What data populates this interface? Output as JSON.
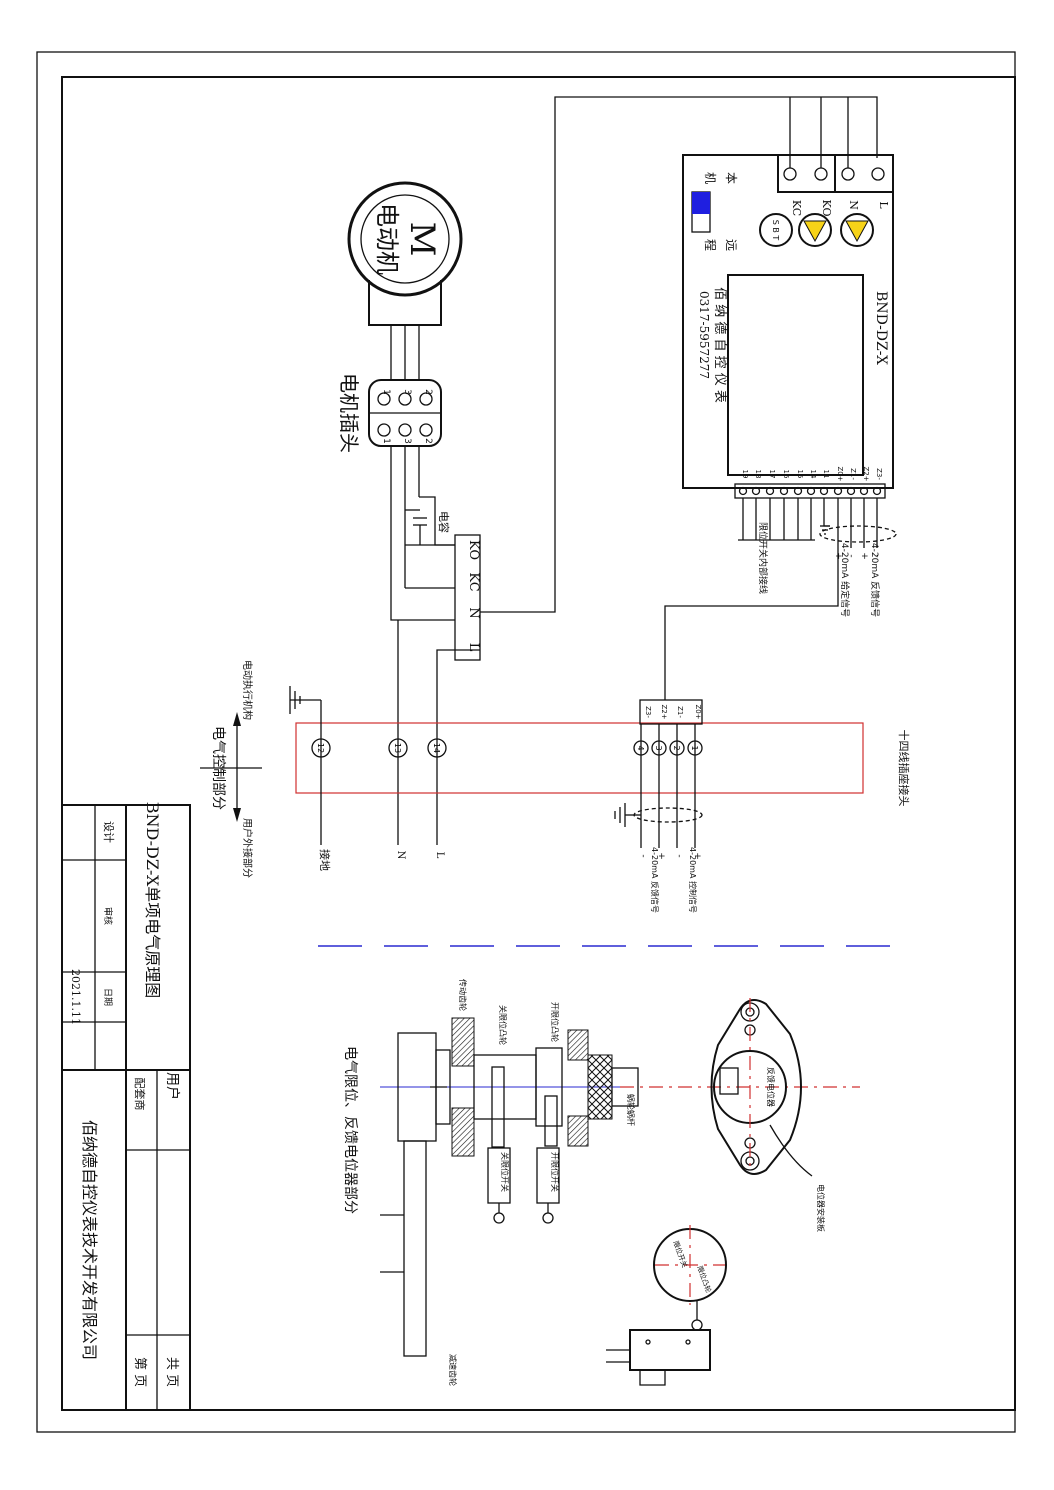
{
  "motor": {
    "symbol": "M",
    "label": "电动机"
  },
  "plug": {
    "label": "电机插头",
    "pins_left": [
      "1",
      "3",
      "2"
    ],
    "pins_right": [
      "1",
      "3",
      "2"
    ]
  },
  "capacitor": {
    "label": "电容"
  },
  "wire_labels": [
    "KO",
    "KC",
    "N",
    "L"
  ],
  "controller": {
    "model": "BND-DZ-X",
    "maker": "佰 纳 德 自 控 仪 表",
    "phone": "0317-5957277",
    "switch_top": "本",
    "switch_bottom": "机",
    "remote_top": "远",
    "remote_bottom": "程",
    "sbt": "S B T",
    "side_terminals": [
      "KC",
      "KO",
      "N",
      "L"
    ],
    "bottom_terminals": [
      "19",
      "18",
      "17",
      "16",
      "15",
      "14",
      "11",
      "Z0+",
      "Z1-",
      "Z2+",
      "Z3-"
    ],
    "limit_label": "限位开关内部接线",
    "given_signal": "4-20mA 给定信号",
    "feedback_signal": "4-20mA 反馈信号",
    "pm": [
      "+",
      "-",
      "+",
      "-"
    ]
  },
  "connector": {
    "label": "十四线插座接头",
    "left_terminals": [
      "Z0+",
      "Z1-",
      "Z2+",
      "Z3-"
    ],
    "circles": [
      "1",
      "2",
      "3",
      "4",
      "14",
      "13",
      "12"
    ]
  },
  "outputs": {
    "ground": "接地",
    "n": "N",
    "l": "L"
  },
  "user_signals": {
    "given": "4-20mA 控制信号",
    "feedback": "4-20mA 反馈信号",
    "pm": [
      "+",
      "-",
      "+",
      "-"
    ]
  },
  "arrows": {
    "actuator": "电动执行机构",
    "control": "电气控制部分",
    "user": "用户外接部分"
  },
  "mech": {
    "section_label": "电气限位、反馈电位器部分",
    "potentiometer": "反馈电位器",
    "open_switch": "开限位开关",
    "close_switch": "关限位开关",
    "open_cam": "开限位凸轮",
    "close_cam": "关限位凸轮",
    "worm": "蜗轮蜗杆",
    "drive_gear": "传动齿轮",
    "reduce_gear": "减速齿轮",
    "pot_board": "电位器安装板",
    "dial_a": "限位开关",
    "dial_b": "限位凸轮"
  },
  "title_block": {
    "title": "BND-DZ-X单项电气原理图",
    "design": "设计",
    "review": "审核",
    "date_label": "日期",
    "date_value": "2021.1.11",
    "user": "用户",
    "supporting": "配套商",
    "company": "佰纳德自控仪表技术开发有限公司",
    "total": "共 页",
    "page": "第 页"
  }
}
